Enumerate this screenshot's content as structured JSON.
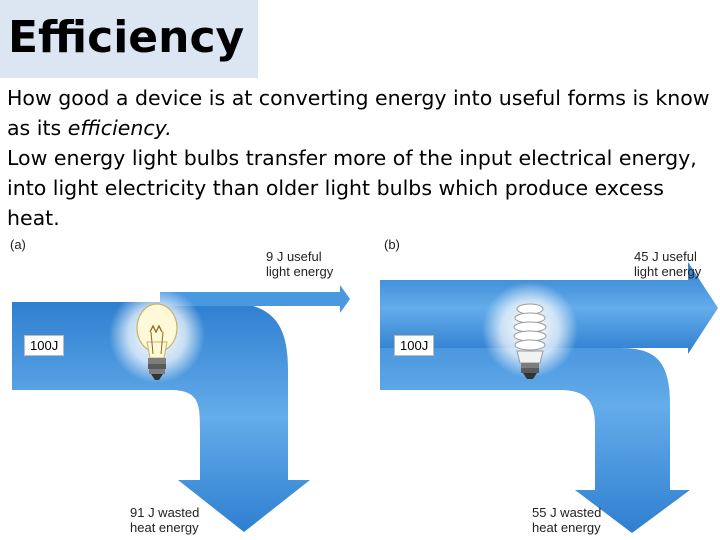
{
  "title": "Efficiency",
  "paragraphs": {
    "p1_main": "How good a device is at converting energy into useful forms is know as its ",
    "p1_italic": "efficiency.",
    "p2": "Low energy light bulbs transfer more of the input electrical energy, into light electricity than older light bulbs which produce excess heat."
  },
  "diagram_a": {
    "panel_label": "(a)",
    "input": "100J",
    "useful_line1": "9 J useful",
    "useful_line2": "light energy",
    "wasted_line1": "91 J wasted",
    "wasted_line2": "heat energy",
    "bulb": "filament-bulb-icon"
  },
  "diagram_b": {
    "panel_label": "(b)",
    "input": "100J",
    "useful_line1": "45 J useful",
    "useful_line2": "light energy",
    "wasted_line1": "55 J wasted",
    "wasted_line2": "heat energy",
    "bulb": "energy-saving-bulb-icon"
  },
  "colors": {
    "title_bg": "#dce6f2",
    "arrow_blue": "#3f8fd8"
  }
}
